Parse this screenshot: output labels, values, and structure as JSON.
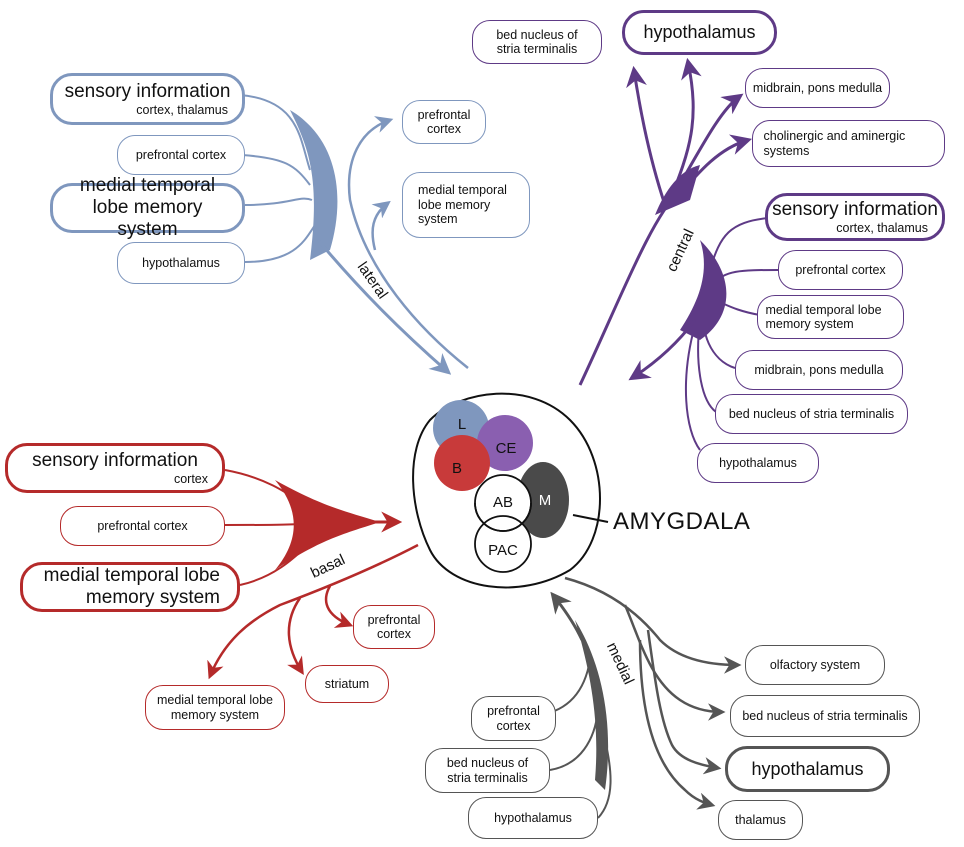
{
  "colors": {
    "lateral": "#7f97be",
    "central": "#5e3a86",
    "basal": "#b52a2a",
    "medial": "#555555"
  },
  "branch_labels": {
    "lateral": "lateral",
    "central": "central",
    "basal": "basal",
    "medial": "medial"
  },
  "amygdala": {
    "label": "AMYGDALA",
    "nuclei": {
      "L": "L",
      "CE": "CE",
      "B": "B",
      "M": "M",
      "AB": "AB",
      "PAC": "PAC"
    }
  },
  "lateral": {
    "inputs": [
      {
        "main": "sensory information",
        "sub": "cortex, thalamus"
      },
      {
        "main": "prefrontal cortex"
      },
      {
        "main": "medial temporal lobe memory system"
      },
      {
        "main": "hypothalamus"
      }
    ],
    "outputs": [
      {
        "main": "prefrontal cortex"
      },
      {
        "main": "medial temporal lobe memory system"
      }
    ]
  },
  "central": {
    "outputs": [
      {
        "main": "bed nucleus of stria terminalis"
      },
      {
        "main": "hypothalamus"
      },
      {
        "main": "midbrain, pons medulla"
      },
      {
        "main": "cholinergic and aminergic systems"
      }
    ],
    "inputs": [
      {
        "main": "sensory information",
        "sub": "cortex, thalamus"
      },
      {
        "main": "prefrontal cortex"
      },
      {
        "main": "medial temporal lobe memory system"
      },
      {
        "main": "midbrain, pons medulla"
      },
      {
        "main": "bed nucleus of stria terminalis"
      },
      {
        "main": "hypothalamus"
      }
    ]
  },
  "basal": {
    "inputs": [
      {
        "main": "sensory information",
        "sub": "cortex"
      },
      {
        "main": "prefrontal cortex"
      },
      {
        "main": "medial temporal lobe memory system"
      }
    ],
    "outputs": [
      {
        "main": "prefrontal cortex"
      },
      {
        "main": "striatum"
      },
      {
        "main": "medial temporal lobe memory system"
      }
    ]
  },
  "medial": {
    "inputs": [
      {
        "main": "prefrontal cortex"
      },
      {
        "main": "bed nucleus of stria terminalis"
      },
      {
        "main": "hypothalamus"
      }
    ],
    "outputs": [
      {
        "main": "olfactory system"
      },
      {
        "main": "bed nucleus of stria terminalis"
      },
      {
        "main": "hypothalamus"
      },
      {
        "main": "thalamus"
      }
    ]
  }
}
